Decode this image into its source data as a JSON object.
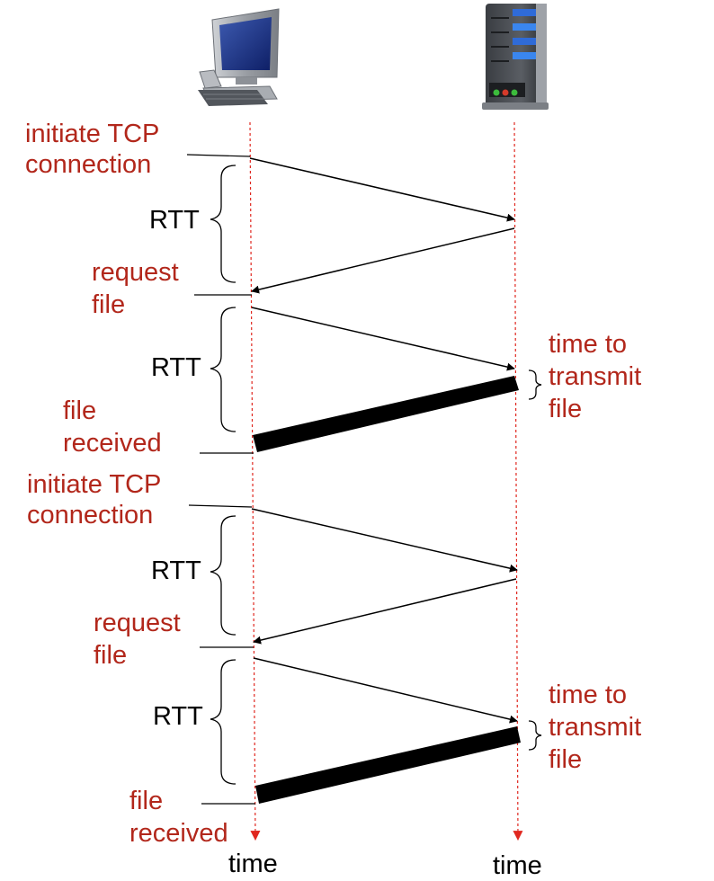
{
  "colors": {
    "annotation": "#b2271b",
    "timeline": "#e0271f",
    "message": "#000000"
  },
  "icons": {
    "client": "desktop-computer-icon",
    "server": "server-tower-icon"
  },
  "labels": {
    "initiate_1": [
      "initiate TCP",
      "connection"
    ],
    "rtt_1": "RTT",
    "request_1": [
      "request",
      "file"
    ],
    "rtt_2": "RTT",
    "received_1": [
      "file",
      "received"
    ],
    "transmit_1": [
      "time to",
      "transmit",
      "file"
    ],
    "initiate_2": [
      "initiate TCP",
      "connection"
    ],
    "rtt_3": "RTT",
    "request_2": [
      "request",
      "file"
    ],
    "rtt_4": "RTT",
    "received_2": [
      "file",
      "received"
    ],
    "transmit_2": [
      "time to",
      "transmit",
      "file"
    ],
    "time_client": "time",
    "time_server": "time"
  }
}
